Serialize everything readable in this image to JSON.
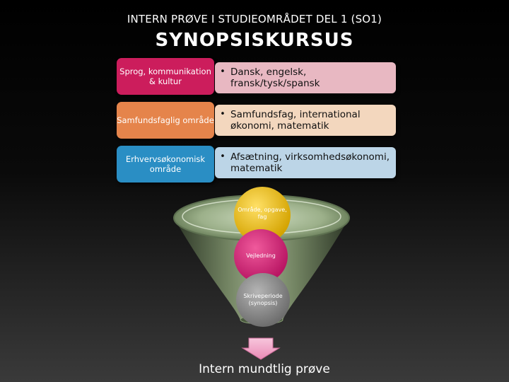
{
  "header": {
    "subtitle": "INTERN PRØVE I STUDIEOMRÅDET DEL 1 (SO1)",
    "title": "SYNOPSISKURSUS"
  },
  "rows": [
    {
      "label": "Sprog, kommunikation & kultur",
      "content": "Dansk, engelsk, fransk/tysk/spansk",
      "label_color": "#cc1d5c",
      "box_color": "#e8b8c2"
    },
    {
      "label": "Samfundsfaglig område",
      "content": "Samfundsfag, international økonomi, matematik",
      "label_color": "#e5844b",
      "box_color": "#f3d7be"
    },
    {
      "label": "Erhvervsøkonomisk område",
      "content": "Afsætning, virksomhedsøkonomi, matematik",
      "label_color": "#2a8ec4",
      "box_color": "#bcd5e7"
    }
  ],
  "funnel": {
    "steps": [
      {
        "label": "Område, opgave, fag",
        "color": "#e6b80c"
      },
      {
        "label": "Vejledning",
        "color": "#d42a7a"
      },
      {
        "label": "Skriveperiode (synopsis)",
        "color": "#8a8a8a"
      }
    ],
    "funnel_color": "#7f956d",
    "arrow_color": "#f2a6c8"
  },
  "footer": {
    "text": "Intern mundtlig prøve"
  }
}
